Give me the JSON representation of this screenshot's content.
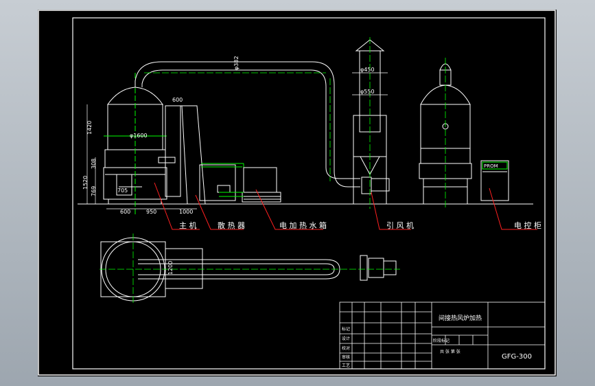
{
  "drawing": {
    "colors": {
      "background": "#000000",
      "frame": "#ffffff",
      "equipment": "#ffffff",
      "pipes": "#00ff00",
      "leaders": "#ff0000",
      "center_lines": "#ffff00",
      "accent": "#00ffff"
    },
    "dimensions": {
      "d600_top": "600",
      "d1420": "1420",
      "d1600": "φ1600",
      "d308": "308",
      "d1520": "1520",
      "d769": "769",
      "d705": "705",
      "d600_bottom": "600",
      "d950": "950",
      "d1000": "1000",
      "d382": "φ382",
      "d450": "φ450",
      "d550": "φ550",
      "d1200": "1200"
    },
    "labels": {
      "main_machine": "主 机",
      "radiator": "散 热 器",
      "electric_heater": "电 加 热 水 箱",
      "induced_fan": "引 风 机",
      "control_cabinet": "电 控 柜"
    },
    "cabinet_text": "PROM"
  },
  "title_block": {
    "title": "间接热风炉加热",
    "drawing_no": "GFG-300",
    "row_labels": [
      "标记",
      "设计",
      "校对",
      "审核",
      "工艺"
    ],
    "scale_label": "阶段标记",
    "sheet_label": "共    张    第    张"
  }
}
